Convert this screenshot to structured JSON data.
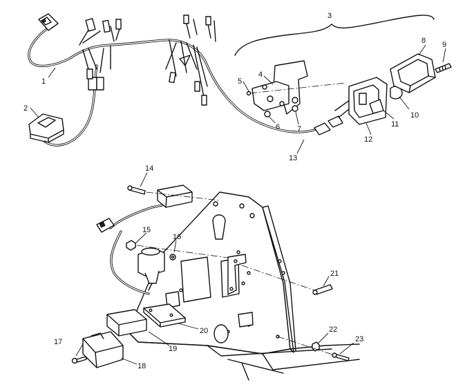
{
  "callouts": [
    {
      "id": "1",
      "label": "1"
    },
    {
      "id": "2",
      "label": "2"
    },
    {
      "id": "3",
      "label": "3"
    },
    {
      "id": "4",
      "label": "4"
    },
    {
      "id": "5",
      "label": "5"
    },
    {
      "id": "6",
      "label": "6"
    },
    {
      "id": "7",
      "label": "7"
    },
    {
      "id": "8",
      "label": "8"
    },
    {
      "id": "9",
      "label": "9"
    },
    {
      "id": "10",
      "label": "10"
    },
    {
      "id": "11",
      "label": "11"
    },
    {
      "id": "12",
      "label": "12"
    },
    {
      "id": "13",
      "label": "13"
    },
    {
      "id": "14",
      "label": "14"
    },
    {
      "id": "15",
      "label": "15"
    },
    {
      "id": "16",
      "label": "16"
    },
    {
      "id": "17",
      "label": "17"
    },
    {
      "id": "18",
      "label": "18"
    },
    {
      "id": "19",
      "label": "19"
    },
    {
      "id": "20",
      "label": "20"
    },
    {
      "id": "21",
      "label": "21"
    },
    {
      "id": "22",
      "label": "22"
    },
    {
      "id": "23",
      "label": "23"
    }
  ],
  "colors": {
    "line": "#111111",
    "background": "#ffffff"
  }
}
